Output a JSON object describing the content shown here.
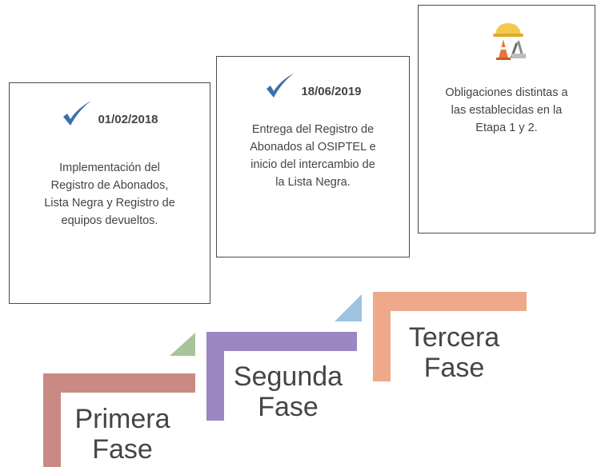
{
  "cards": [
    {
      "date": "01/02/2018",
      "text": [
        "Implementación del",
        "Registro de Abonados,",
        "Lista Negra y Registro de",
        "equipos devueltos."
      ]
    },
    {
      "date": "18/06/2019",
      "text": [
        "Entrega del Registro de",
        "Abonados al OSIPTEL e",
        "inicio del intercambio de",
        "la Lista Negra."
      ]
    },
    {
      "date": "",
      "text": [
        "Obligaciones distintas a",
        "las establecidas en la",
        "Etapa 1 y 2."
      ]
    }
  ],
  "phases": [
    {
      "line1": "Primera",
      "line2": "Fase",
      "color": "#c98a84"
    },
    {
      "line1": "Segunda",
      "line2": "Fase",
      "color": "#9b86c4"
    },
    {
      "line1": "Tercera",
      "line2": "Fase",
      "color": "#eda98a"
    }
  ],
  "colors": {
    "check": "#3c6fb0",
    "triangle1": "#a8c49a",
    "triangle2": "#9ec3e0"
  },
  "icons": [
    "check-icon",
    "construction-icon"
  ]
}
